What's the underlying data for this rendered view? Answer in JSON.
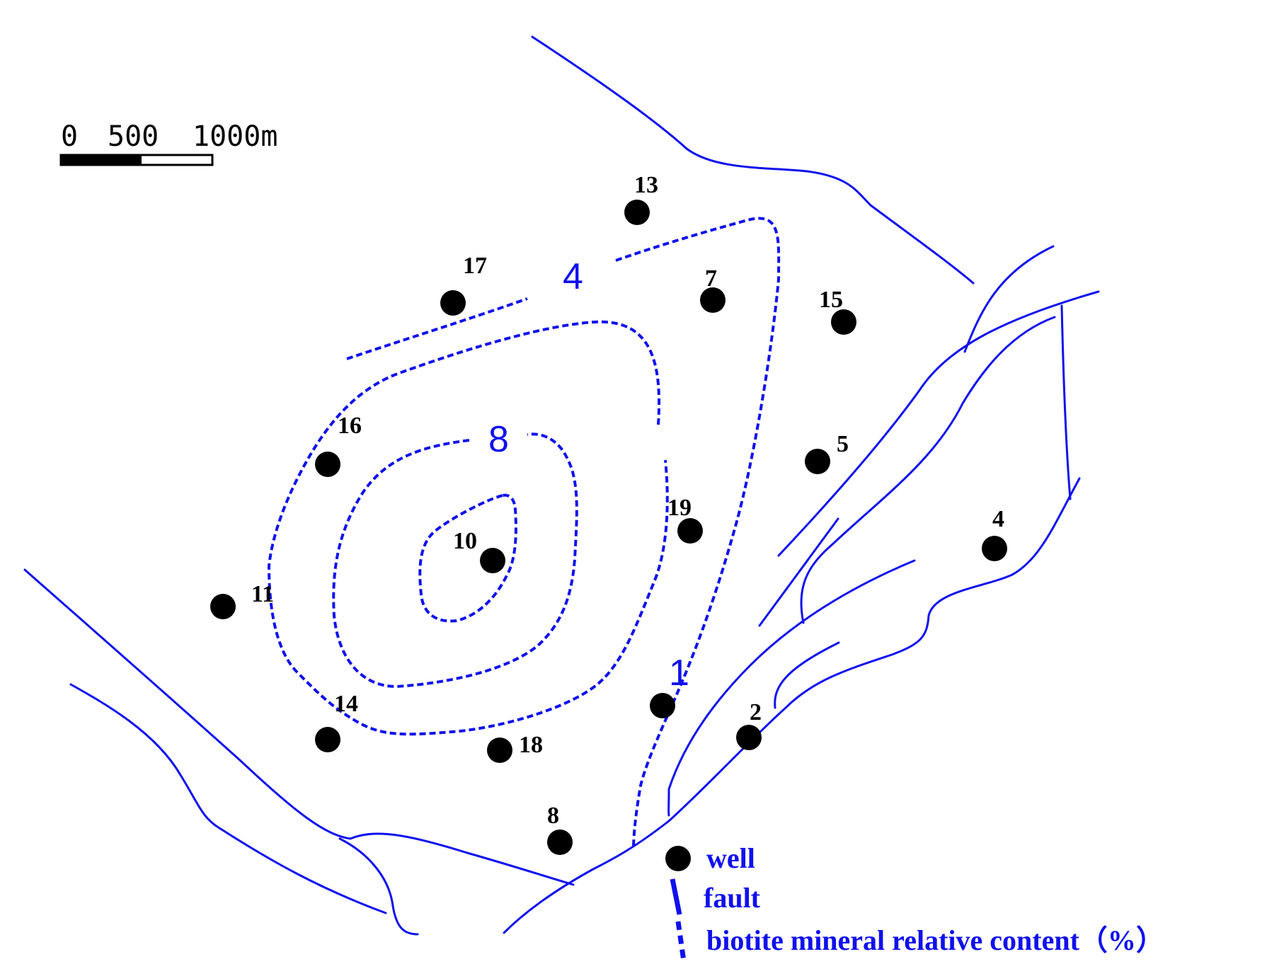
{
  "scale_bar": {
    "label_0": "0",
    "label_500": "500",
    "label_1000": "1000m"
  },
  "contour_labels": {
    "c4": "4",
    "c8": "8",
    "c1": "1"
  },
  "wells": [
    {
      "id": "13"
    },
    {
      "id": "17"
    },
    {
      "id": "7"
    },
    {
      "id": "15"
    },
    {
      "id": "16"
    },
    {
      "id": "5"
    },
    {
      "id": "19"
    },
    {
      "id": "4"
    },
    {
      "id": "10"
    },
    {
      "id": "11"
    },
    {
      "id": "14"
    },
    {
      "id": "18"
    },
    {
      "id": "2"
    },
    {
      "id": "8"
    }
  ],
  "legend": {
    "well": "well",
    "fault": "fault",
    "contour": "biotite mineral relative content（%）"
  },
  "colors": {
    "fault": "#1010ee",
    "contour": "#1010ee",
    "well": "#000000"
  }
}
